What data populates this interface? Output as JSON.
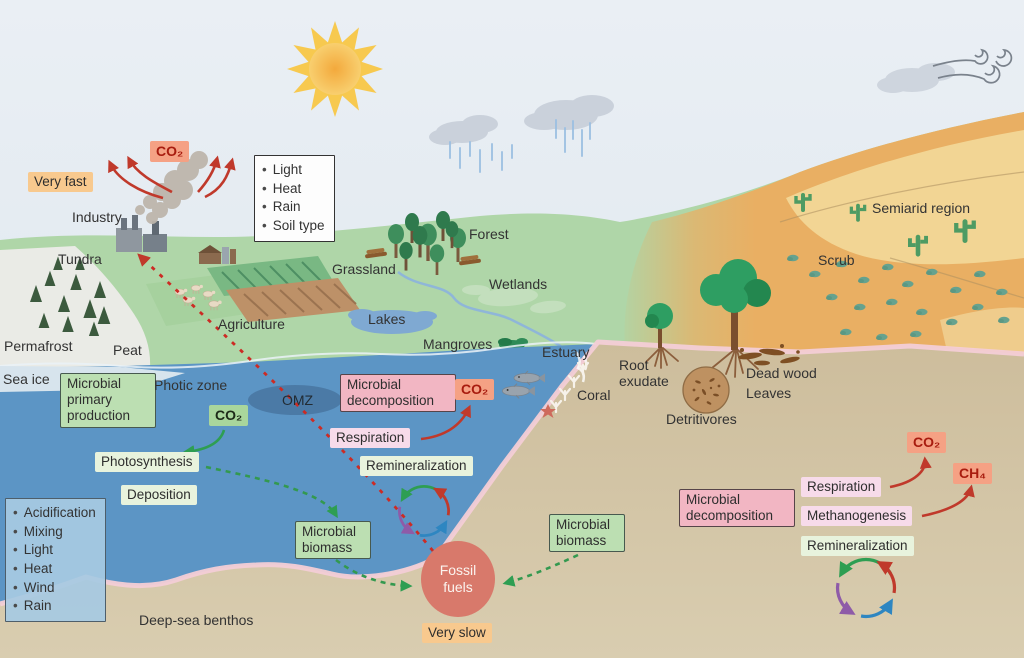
{
  "colors": {
    "salmon_badge": "#F5A184",
    "orange_badge": "#F8C98E",
    "pink_box": "#F2B6C3",
    "light_pink_box": "#F7DBEA",
    "green_box": "#BCDFB2",
    "light_green_box": "#E8F3DD",
    "co2_green_box": "#A9D69C",
    "blue_panel": "#A5C7E0",
    "ocean_blue": "#6C9FCB",
    "arrow_red": "#C0392B",
    "arrow_green": "#33994F",
    "fossil_circle": "#D8796B",
    "desert_orange": "#EBB166",
    "sand": "#F1D494",
    "land_green": "#AFD6A8"
  },
  "atmosphere": {
    "very_fast": "Very fast",
    "co2": "CO₂",
    "industry": "Industry",
    "factors": {
      "items": [
        "Light",
        "Heat",
        "Rain",
        "Soil type"
      ]
    }
  },
  "land": {
    "tundra": "Tundra",
    "permafrost": "Permafrost",
    "peat": "Peat",
    "agriculture": "Agriculture",
    "grassland": "Grassland",
    "forest": "Forest",
    "wetlands": "Wetlands",
    "lakes": "Lakes",
    "mangroves": "Mangroves",
    "estuary": "Estuary",
    "coral": "Coral",
    "root_exudate": "Root exudate",
    "detritivores": "Detritivores",
    "dead_wood": "Dead wood",
    "leaves": "Leaves",
    "semiarid_region": "Semiarid region",
    "scrub": "Scrub"
  },
  "ocean": {
    "sea_ice": "Sea ice",
    "photic_zone": "Photic zone",
    "omz": "OMZ",
    "microbial_primary_production": "Microbial primary production",
    "co2_uptake": "CO₂",
    "photosynthesis": "Photosynthesis",
    "deposition": "Deposition",
    "factors": {
      "items": [
        "Acidification",
        "Mixing",
        "Light",
        "Heat",
        "Wind",
        "Rain"
      ]
    },
    "microbial_decomposition": "Microbial decomposition",
    "co2_release": "CO₂",
    "respiration": "Respiration",
    "remineralization": "Remineralization",
    "microbial_biomass": "Microbial biomass",
    "deep_sea_benthos": "Deep-sea benthos"
  },
  "soil": {
    "microbial_biomass": "Microbial biomass",
    "microbial_decomposition": "Microbial decomposition",
    "respiration": "Respiration",
    "methanogenesis": "Methanogenesis",
    "remineralization": "Remineralization",
    "co2": "CO₂",
    "ch4": "CH₄"
  },
  "fossil": {
    "label": "Fossil fuels",
    "very_slow": "Very slow"
  }
}
